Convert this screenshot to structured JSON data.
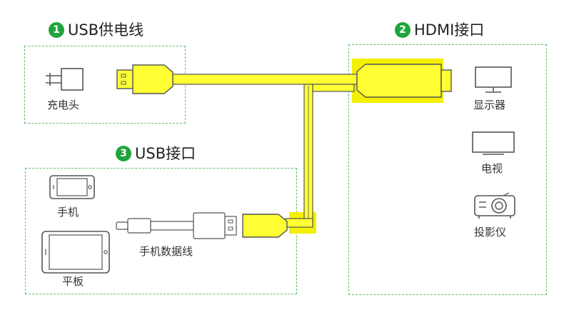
{
  "colors": {
    "accent_green": "#1fa53b",
    "box_border": "#5cc16a",
    "cable_yellow": "#ffff33",
    "highlight_yellow": "#f4f000",
    "outline": "#555555"
  },
  "sections": {
    "usb_power": {
      "number": "1",
      "title": "USB供电线",
      "items": {
        "charger": "充电头"
      }
    },
    "hdmi": {
      "number": "2",
      "title": "HDMI接口",
      "items": {
        "monitor": "显示器",
        "tv": "电视",
        "projector": "投影仪"
      }
    },
    "usb_port": {
      "number": "3",
      "title": "USB接口",
      "items": {
        "phone": "手机",
        "tablet": "平板",
        "phone_cable": "手机数据线"
      }
    }
  },
  "icons": {
    "charger": "power-adapter-icon",
    "monitor": "monitor-icon",
    "tv": "tv-icon",
    "projector": "projector-icon",
    "phone": "phone-icon",
    "tablet": "tablet-icon",
    "usb_plug": "usb-a-plug-icon",
    "micro_plug": "micro-usb-plug-icon",
    "hdmi_plug": "hdmi-plug-icon"
  }
}
